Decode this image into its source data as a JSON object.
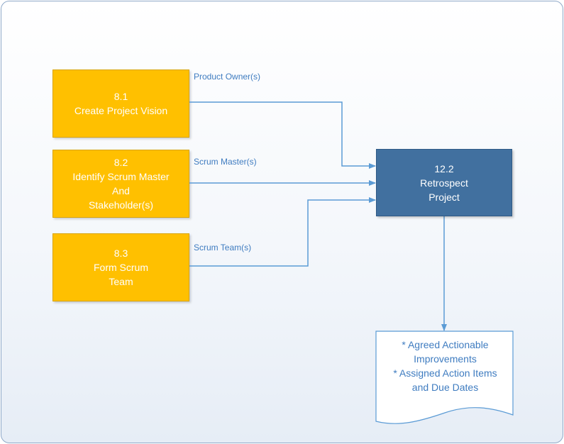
{
  "inputs": [
    {
      "number": "8.1",
      "lines": [
        "Create Project Vision"
      ],
      "role": "Product Owner(s)"
    },
    {
      "number": "8.2",
      "lines": [
        "Identify Scrum Master",
        "And",
        "Stakeholder(s)"
      ],
      "role": "Scrum Master(s)"
    },
    {
      "number": "8.3",
      "lines": [
        "Form Scrum",
        "Team"
      ],
      "role": "Scrum Team(s)"
    }
  ],
  "process": {
    "number": "12.2",
    "lines": [
      "Retrospect",
      "Project"
    ]
  },
  "output": {
    "lines": [
      "* Agreed Actionable",
      "Improvements",
      "* Assigned Action Items",
      "and Due Dates"
    ]
  },
  "colors": {
    "input_fill": "#ffc000",
    "process_fill": "#41709f",
    "connector": "#5b9bd5",
    "label_text": "#3f7cc0"
  }
}
